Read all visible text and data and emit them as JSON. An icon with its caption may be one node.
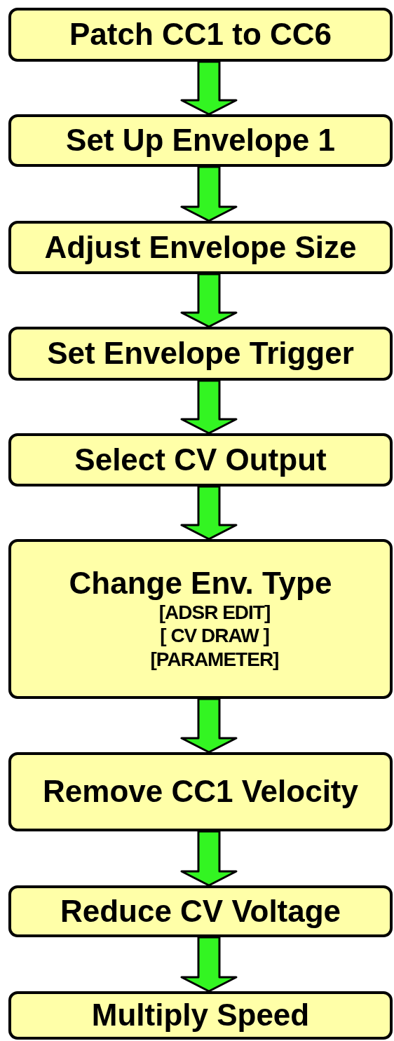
{
  "diagram": {
    "nodes": [
      {
        "text": [
          "Patch CC1 to CC6"
        ]
      },
      {
        "text": [
          "Set Up Envelope 1"
        ]
      },
      {
        "text": [
          "Adjust Envelope Size"
        ]
      },
      {
        "text": [
          "Set Envelope Trigger"
        ]
      },
      {
        "text": [
          "Select CV Output"
        ]
      },
      {
        "text": [
          "Change Env. Type",
          "[ADSR EDIT]",
          "[ CV DRAW ]",
          "[PARAMETER]"
        ]
      },
      {
        "text": [
          "Remove CC1 Velocity"
        ]
      },
      {
        "text": [
          "Reduce CV Voltage"
        ]
      },
      {
        "text": [
          "Multiply Speed"
        ]
      }
    ],
    "edges": [
      {
        "from": 0,
        "to": 1,
        "arrow": "to"
      },
      {
        "from": 1,
        "to": 2,
        "arrow": "to"
      },
      {
        "from": 2,
        "to": 3,
        "arrow": "to"
      },
      {
        "from": 3,
        "to": 4,
        "arrow": "to"
      },
      {
        "from": 4,
        "to": 5,
        "arrow": "to"
      },
      {
        "from": 5,
        "to": 6,
        "arrow": "to"
      },
      {
        "from": 6,
        "to": 7,
        "arrow": "to"
      },
      {
        "from": 7,
        "to": 8,
        "arrow": "to"
      }
    ]
  }
}
